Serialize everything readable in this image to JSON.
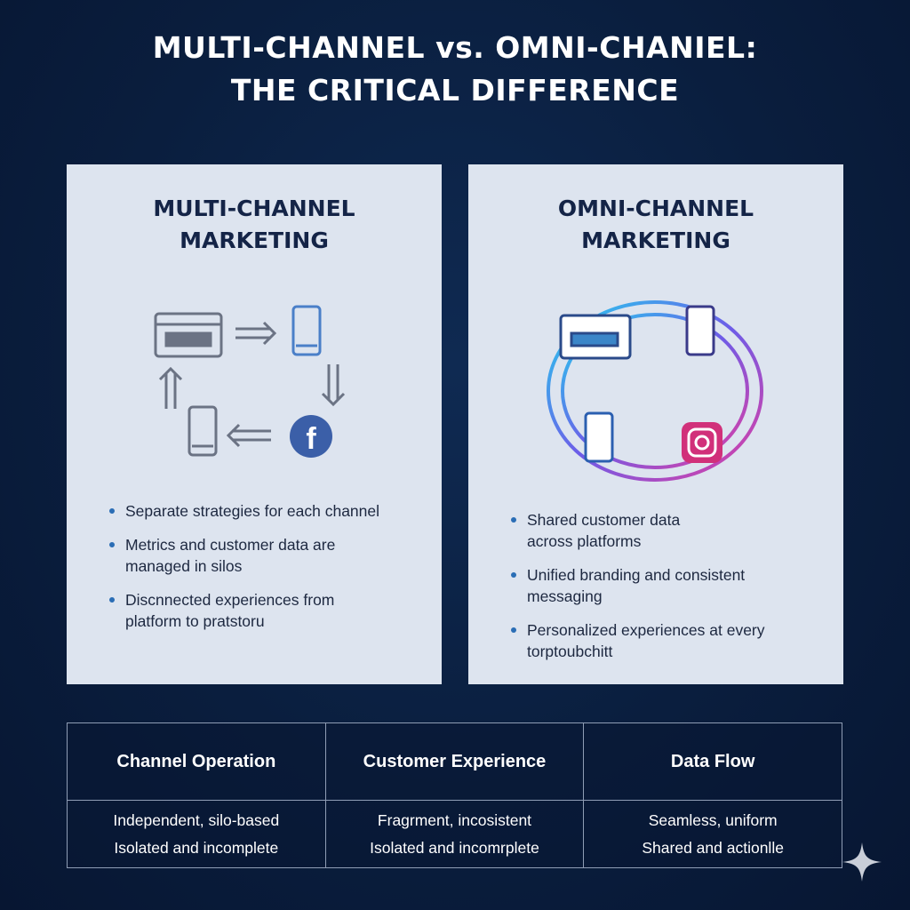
{
  "title": {
    "line1": "MULTI-CHANNEL vs. OMNI-CHANIEL:",
    "line2": "THE CRITICAL DIFFERENCE"
  },
  "multi": {
    "heading1": "MULTI-CHANNEL",
    "heading2": "MARKETING",
    "bullets": [
      "Separate strategies for each channel",
      "Metrics and customer data are managed in silos",
      "Discnnected experiences from platform to pratstoru"
    ]
  },
  "omni": {
    "heading1": "OMNI-CHANNEL",
    "heading2": "MARKETING",
    "bullets": [
      "Shared customer data across platforms",
      "Unified branding and consistent messaging",
      "Personalized experiences at every torptoubchitt"
    ]
  },
  "table": {
    "headers": [
      "Channel Operation",
      "Customer Experience",
      "Data Flow"
    ],
    "cells": [
      [
        "Independent, silo-based",
        "Isolated and incomplete"
      ],
      [
        "Fragrment, incosistent",
        "Isolated and incomrplete"
      ],
      [
        "Seamless, uniform",
        "Shared and actionlle"
      ]
    ]
  }
}
